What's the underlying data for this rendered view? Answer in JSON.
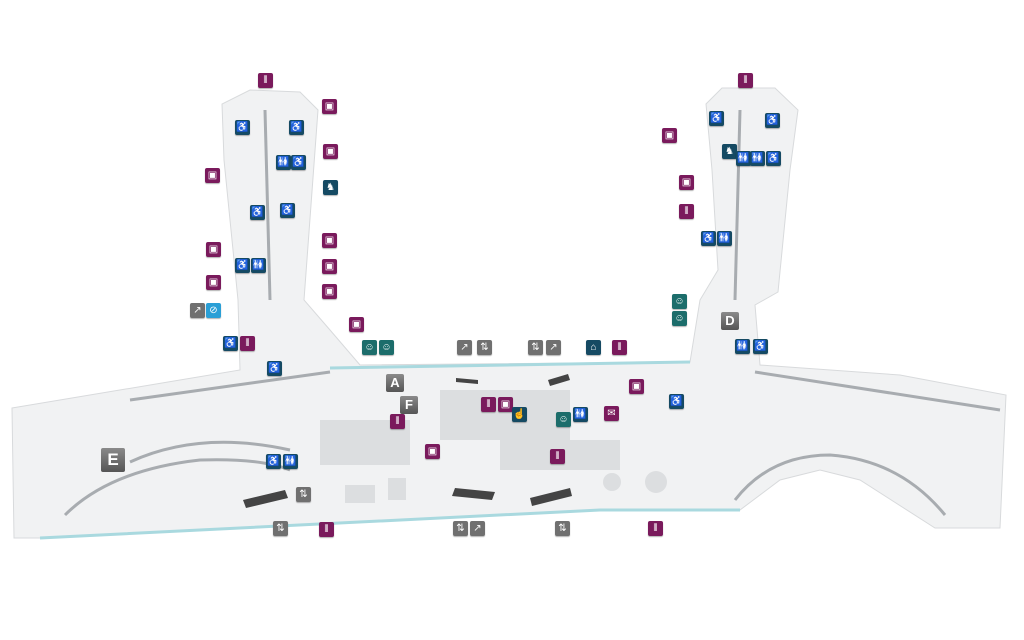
{
  "map": {
    "gates": {
      "A": "A",
      "D": "D",
      "E": "E",
      "F": "F"
    },
    "categories": {
      "dining": {
        "icon": "dining-icon",
        "color": "#7a1a5c"
      },
      "shop": {
        "icon": "shopping-bag-icon",
        "color": "#7a1a5c"
      },
      "services": {
        "icon": "service-icon",
        "color": "#154a63"
      },
      "family": {
        "icon": "family-icon",
        "color": "#1c6d6b"
      },
      "transport": {
        "icon": "escalator-elevator-icon",
        "color": "#707070"
      },
      "no-escalator": {
        "icon": "no-escalator-icon",
        "color": "#2a9fd6"
      }
    }
  }
}
